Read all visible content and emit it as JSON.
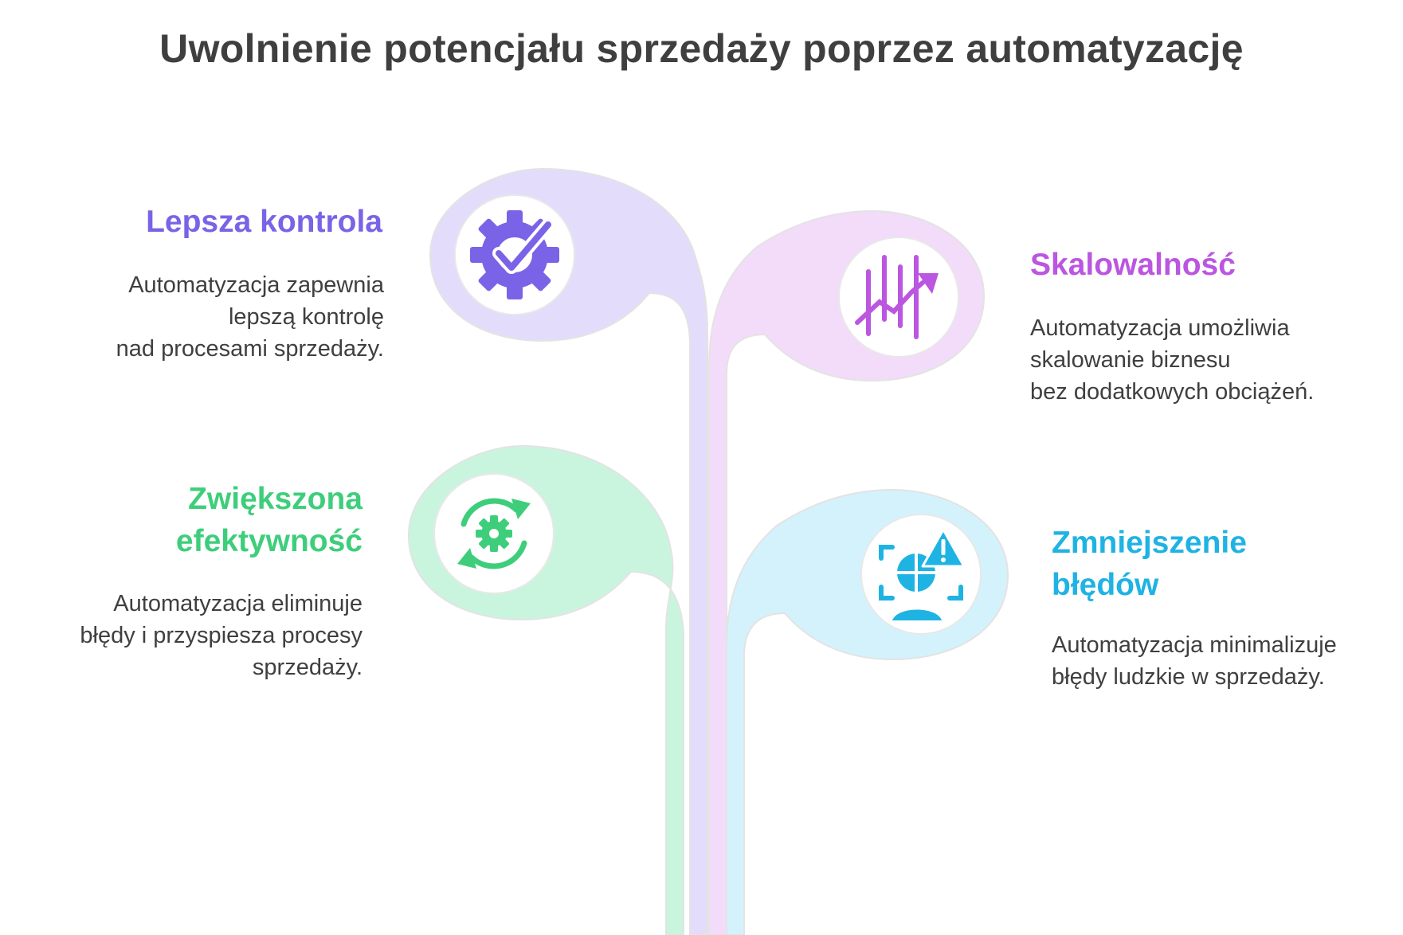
{
  "title": "Uwolnienie potencjału sprzedaży poprzez automatyzację",
  "colors": {
    "title": "#3f3f3f",
    "text": "#3f3f3f",
    "control": "#7a63e6",
    "scalability": "#bb56e0",
    "efficiency": "#3ece7b",
    "errors": "#1fb3e3"
  },
  "items": {
    "control": {
      "heading": "Lepsza kontrola",
      "text": "Automatyzacja zapewnia\nlepszą kontrolę\nnad procesami sprzedaży.",
      "icon": "gear-check-icon"
    },
    "scalability": {
      "heading": "Skalowalność",
      "text": "Automatyzacja umożliwia\nskalowanie biznesu\nbez dodatkowych obciążeń.",
      "icon": "growth-chart-icon"
    },
    "efficiency": {
      "heading": "Zwiększona\nefektywność",
      "text": "Automatyzacja eliminuje\nbłędy i przyspiesza procesy\nsprzedaży.",
      "icon": "gear-refresh-icon"
    },
    "errors": {
      "heading": "Zmniejszenie\nbłędów",
      "text": "Automatyzacja minimalizuje\nbłędy ludzkie w sprzedaży.",
      "icon": "error-alert-monitor-icon"
    }
  }
}
